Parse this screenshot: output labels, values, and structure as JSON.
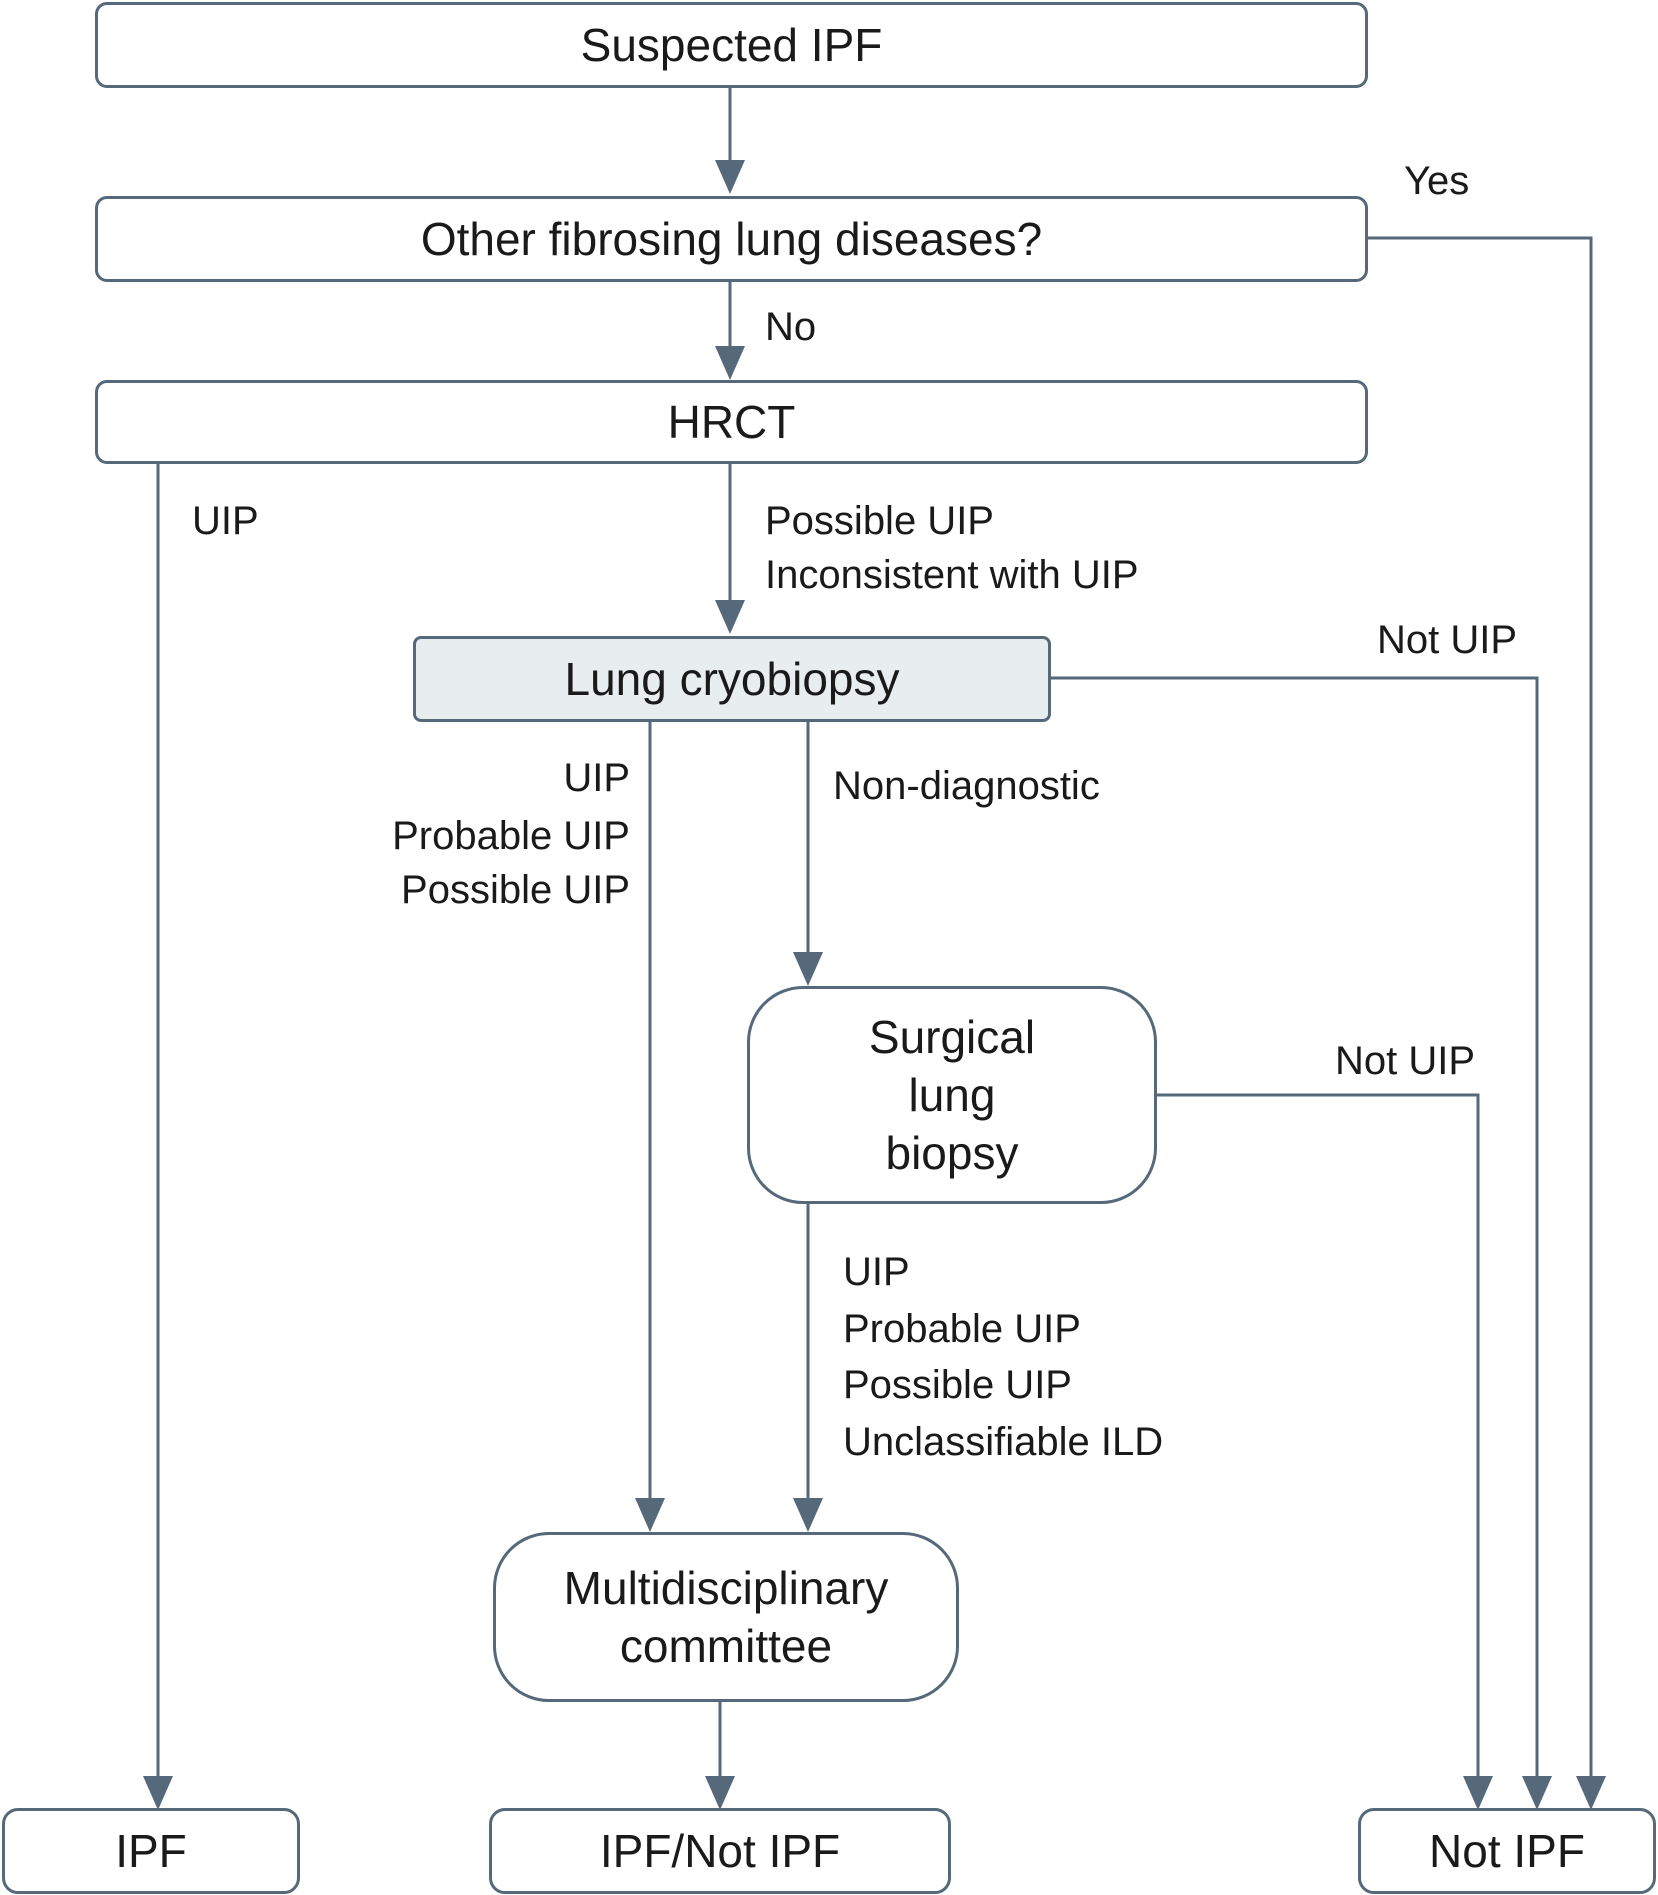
{
  "colors": {
    "stroke": "#56697a",
    "highlight_fill": "#e8eef0",
    "text": "#1a1a1a"
  },
  "nodes": {
    "suspected": "Suspected IPF",
    "other": "Other fibrosing lung diseases?",
    "hrct": "HRCT",
    "cryo": "Lung cryobiopsy",
    "surgical": "Surgical\nlung\nbiopsy",
    "mdc": "Multidisciplinary\ncommittee",
    "ipf": "IPF",
    "ipf_not": "IPF/Not IPF",
    "not_ipf": "Not IPF"
  },
  "edges": {
    "yes": "Yes",
    "no": "No",
    "hrct_uip": "UIP",
    "hrct_possible": "Possible UIP",
    "hrct_inconsistent": "Inconsistent with UIP",
    "cryo_not_uip": "Not UIP",
    "cryo_uip": "UIP",
    "cryo_probable": "Probable UIP",
    "cryo_possible": "Possible UIP",
    "non_diagnostic": "Non-diagnostic",
    "slb_not_uip": "Not UIP",
    "slb_uip": "UIP",
    "slb_probable": "Probable UIP",
    "slb_possible": "Possible UIP",
    "slb_unclassifiable": "Unclassifiable ILD"
  }
}
